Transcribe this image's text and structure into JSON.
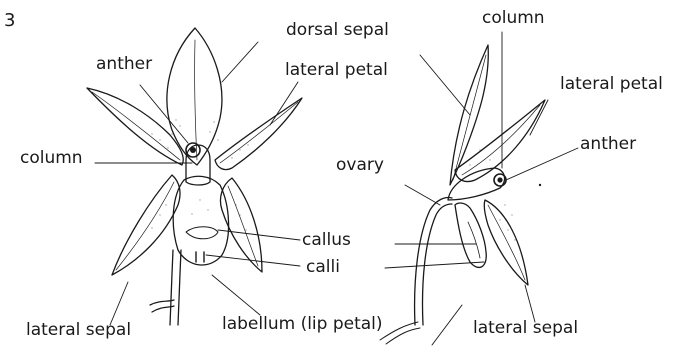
{
  "figure": {
    "number": "3",
    "colors": {
      "ink": "#1a1a1a",
      "paper": "#ffffff"
    }
  },
  "labels": {
    "dorsal_sepal": "dorsal sepal",
    "column_top": "column",
    "anther_left": "anther",
    "lateral_petal_left": "lateral petal",
    "lateral_petal_right": "lateral petal",
    "column_left": "column",
    "anther_right": "anther",
    "ovary": "ovary",
    "callus": "callus",
    "calli": "calli",
    "labellum": "labellum (lip petal)",
    "lateral_sepal_left": "lateral sepal",
    "lateral_sepal_right": "lateral sepal"
  }
}
